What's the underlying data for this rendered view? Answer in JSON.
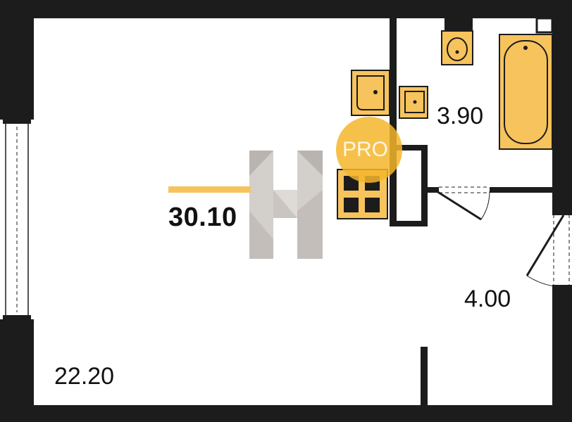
{
  "plan": {
    "total_area": "30.10",
    "rooms": [
      {
        "id": "living-room",
        "area": "22.20"
      },
      {
        "id": "bathroom",
        "area": "3.90"
      },
      {
        "id": "hallway",
        "area": "4.00"
      }
    ],
    "badge_text": "PRO"
  },
  "colors": {
    "wall": "#1c1c1c",
    "fixture_fill": "#f7c35c",
    "fixture_stroke": "#1c1c1c",
    "accent_line": "#f7c35c",
    "badge_fill": "#f5b62b",
    "watermark": "#c9c4bf"
  },
  "icons": [
    "toilet-icon",
    "bathtub-icon",
    "sink-icon",
    "kitchen-sink-icon",
    "stove-icon",
    "window-icon",
    "door-icon",
    "watermark-logo"
  ]
}
